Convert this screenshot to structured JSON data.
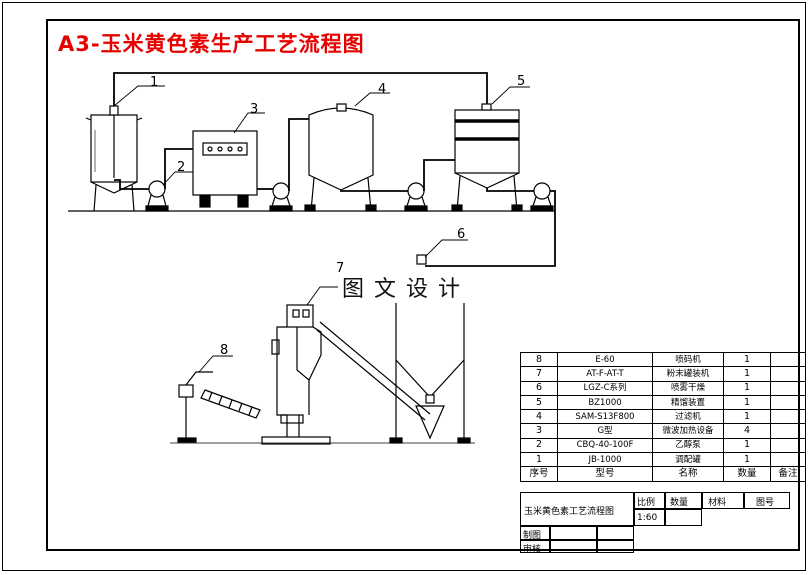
{
  "title": "A3-玉米黄色素生产工艺流程图",
  "watermark": "图文设计",
  "callouts": [
    "1",
    "2",
    "3",
    "4",
    "5",
    "6",
    "7",
    "8"
  ],
  "parts_table": {
    "rows": [
      {
        "no": "8",
        "model": "E-60",
        "name": "喷码机",
        "qty": "1",
        "note": ""
      },
      {
        "no": "7",
        "model": "AT-F-AT-T",
        "name": "粉末罐装机",
        "qty": "1",
        "note": ""
      },
      {
        "no": "6",
        "model": "LGZ-C系列",
        "name": "喷雾干燥",
        "qty": "1",
        "note": ""
      },
      {
        "no": "5",
        "model": "BZ1000",
        "name": "精馏装置",
        "qty": "1",
        "note": ""
      },
      {
        "no": "4",
        "model": "SAM-S13F800",
        "name": "过滤机",
        "qty": "1",
        "note": ""
      },
      {
        "no": "3",
        "model": "G型",
        "name": "微波加热设备",
        "qty": "4",
        "note": ""
      },
      {
        "no": "2",
        "model": "CBQ-40-100F",
        "name": "乙醇泵",
        "qty": "1",
        "note": ""
      },
      {
        "no": "1",
        "model": "JB-1000",
        "name": "调配罐",
        "qty": "1",
        "note": ""
      }
    ],
    "header": {
      "no": "序号",
      "model": "型号",
      "name": "名称",
      "qty": "数量",
      "note": "备注"
    }
  },
  "title_block": {
    "drawing_name": "玉米黄色素工艺流程图",
    "scale_label": "比例",
    "scale_value": "1:60",
    "qty_label": "数量",
    "material_label": "材料",
    "drawing_no_label": "图号",
    "drawn_label": "制图",
    "checked_label": "审核"
  },
  "colors": {
    "title": "#e60000",
    "line": "#000000"
  }
}
